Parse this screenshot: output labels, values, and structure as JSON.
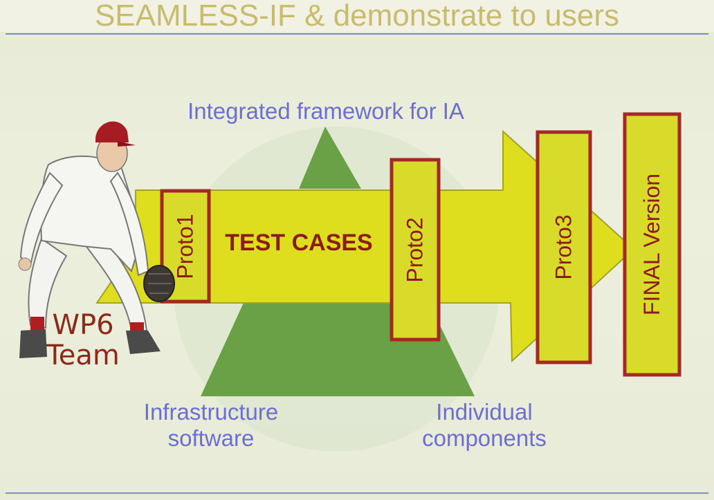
{
  "slide": {
    "title": "SEAMLESS-IF & demonstrate to users",
    "framework_label": "Integrated framework for IA",
    "infrastructure_label": "Infrastructure software",
    "components_label": "Individual components",
    "center_label": "TEST CASES",
    "team_label": "WP6 Team",
    "stages": [
      "Proto1",
      "Proto2",
      "Proto3",
      "FINAL Version"
    ]
  },
  "colors": {
    "arrow_fill": "#dede1e",
    "box_fill": "#d9db2b",
    "box_border": "#a22a25",
    "triangle": "#6aa046",
    "label_text": "#8a1c1c",
    "caption_text": "#6c6fd0",
    "title_text": "#c9bb6e"
  },
  "icons": {
    "player": "baseball-fielder-illustration"
  }
}
